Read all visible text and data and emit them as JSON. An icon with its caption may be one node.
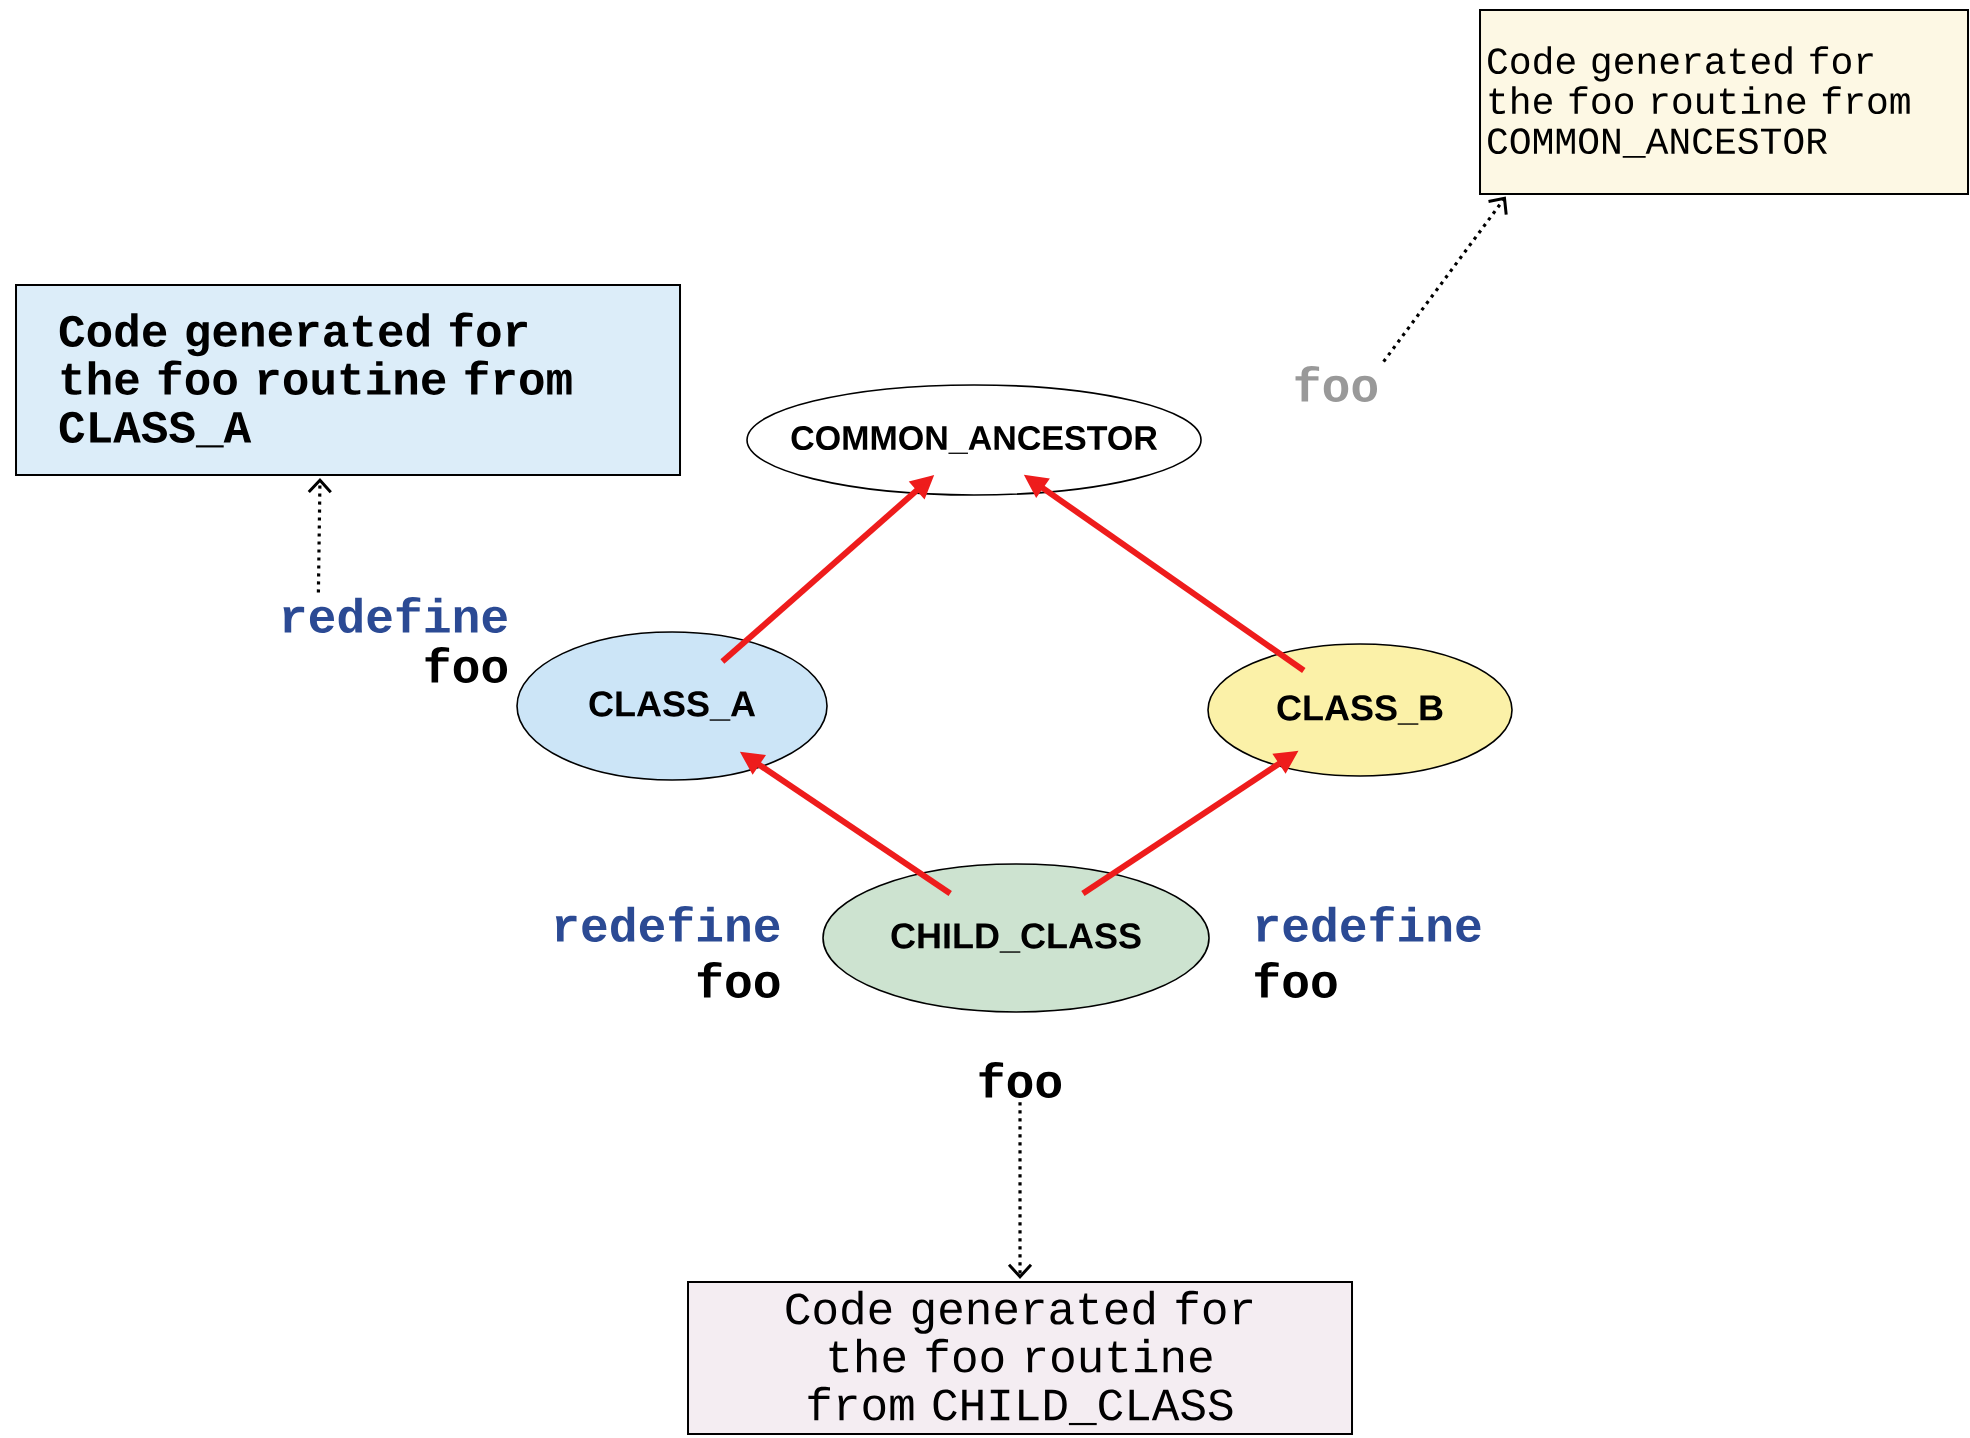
{
  "diagram": {
    "nodes": [
      {
        "text": [
          "COMMON_ANCESTOR"
        ]
      },
      {
        "text": [
          "CLASS_A"
        ]
      },
      {
        "text": [
          "CLASS_B"
        ]
      },
      {
        "text": [
          "CHILD_CLASS"
        ]
      },
      {
        "text": [
          "Code generated for the foo routine from COMMON_ANCESTOR"
        ]
      },
      {
        "text": [
          "Code generated for the foo routine from CLASS_A"
        ]
      },
      {
        "text": [
          "Code generated for the foo routine from CHILD_CLASS"
        ]
      },
      {
        "text": [
          "foo"
        ]
      },
      {
        "text": [
          "redefine",
          "foo"
        ]
      },
      {
        "text": [
          "foo"
        ]
      }
    ],
    "edges": [
      {
        "from": 1,
        "to": 0,
        "arrow": "to"
      },
      {
        "from": 2,
        "to": 0,
        "arrow": "to"
      },
      {
        "from": 3,
        "to": 1,
        "arrow": "to"
      },
      {
        "from": 3,
        "to": 2,
        "arrow": "to"
      },
      {
        "from": 7,
        "to": 4,
        "arrow": "to",
        "style": "dashed",
        "color": "#000000"
      },
      {
        "from": 8,
        "to": 5,
        "arrow": "to",
        "style": "dashed",
        "color": "#000000"
      },
      {
        "from": 9,
        "to": 6,
        "arrow": "to",
        "style": "dashed",
        "color": "#000000"
      }
    ],
    "labels": [
      "redefine",
      "redefine",
      "foo",
      "foo"
    ]
  }
}
